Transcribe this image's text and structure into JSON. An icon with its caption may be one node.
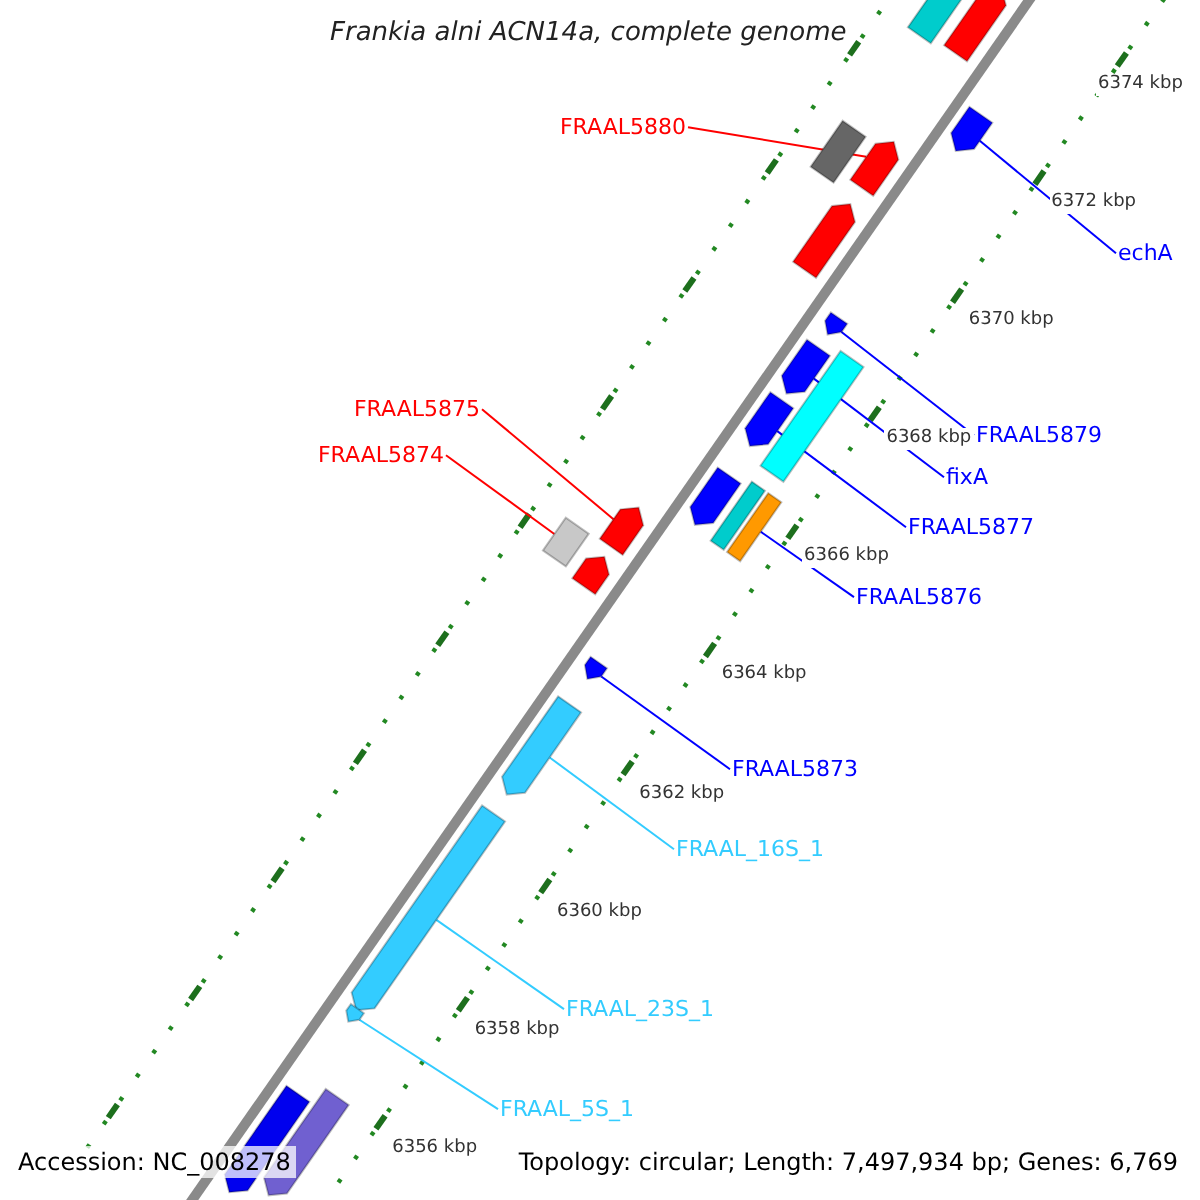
{
  "diagram": {
    "title": "Frankia alni ACN14a, complete genome",
    "nodes": [
      {
        "text": [
          "FRAAL5880"
        ]
      },
      {
        "text": [
          "echA"
        ]
      },
      {
        "text": [
          "FRAAL5875"
        ]
      },
      {
        "text": [
          "FRAAL5879"
        ]
      },
      {
        "text": [
          "FRAAL5874"
        ]
      },
      {
        "text": [
          "fixA"
        ]
      },
      {
        "text": [
          "FRAAL5877"
        ]
      },
      {
        "text": [
          "FRAAL5876"
        ]
      },
      {
        "text": [
          "FRAAL5873"
        ]
      },
      {
        "text": [
          "FRAAL_16S_1"
        ]
      },
      {
        "text": [
          "FRAAL_23S_1"
        ]
      },
      {
        "text": [
          "FRAAL_5S_1"
        ]
      },
      {
        "text": [],
        "shape": "arrow"
      },
      {
        "text": [],
        "shape": "arrow"
      },
      {
        "text": [],
        "shape": "arrow"
      },
      {
        "text": [],
        "shape": "arrow"
      },
      {
        "text": [],
        "shape": "bar"
      },
      {
        "text": [],
        "shape": "arrow"
      },
      {
        "text": [],
        "shape": "arrow"
      },
      {
        "text": [],
        "shape": "bar"
      },
      {
        "text": [],
        "shape": "arrow"
      },
      {
        "text": [],
        "shape": "arrow"
      },
      {
        "text": [],
        "shape": "arrow"
      },
      {
        "text": [],
        "shape": "arrow"
      },
      {
        "text": [],
        "shape": "bar"
      },
      {
        "text": [],
        "shape": "arrow"
      },
      {
        "text": [],
        "shape": "bar"
      },
      {
        "text": [],
        "shape": "arrow"
      },
      {
        "text": [],
        "shape": "bar"
      },
      {
        "text": [],
        "shape": "arrow"
      },
      {
        "text": [],
        "shape": "bar"
      },
      {
        "text": [],
        "shape": "arrow"
      },
      {
        "text": [],
        "shape": "arrow"
      },
      {
        "text": [],
        "shape": "arrow"
      }
    ],
    "edges": [
      {
        "from": 0,
        "to": 12,
        "arrow": "none",
        "color": "#ff0000"
      },
      {
        "from": 1,
        "to": 13,
        "arrow": "none"
      },
      {
        "from": 2,
        "to": 14,
        "arrow": "none",
        "color": "#ff0000"
      },
      {
        "from": 3,
        "to": 15,
        "arrow": "none"
      },
      {
        "from": 4,
        "to": 16,
        "arrow": "none",
        "color": "#ff0000"
      },
      {
        "from": 5,
        "to": 17,
        "arrow": "none"
      },
      {
        "from": 6,
        "to": 18,
        "arrow": "none"
      },
      {
        "from": 7,
        "to": 19,
        "arrow": "none"
      },
      {
        "from": 8,
        "to": 20,
        "arrow": "none"
      },
      {
        "from": 9,
        "to": 21,
        "arrow": "none",
        "color": "#33ccff"
      },
      {
        "from": 10,
        "to": 22,
        "arrow": "none",
        "color": "#33ccff"
      },
      {
        "from": 11,
        "to": 23,
        "arrow": "none",
        "color": "#33ccff"
      }
    ],
    "labels": [
      "6374 kbp",
      "6372 kbp",
      "6370 kbp",
      "6368 kbp",
      "6366 kbp",
      "6364 kbp",
      "6362 kbp",
      "6360 kbp",
      "6358 kbp",
      "6356 kbp",
      "Accession: NC_008278",
      "Topology: circular; Length: 7,497,934 bp; Genes: 6,769"
    ]
  }
}
